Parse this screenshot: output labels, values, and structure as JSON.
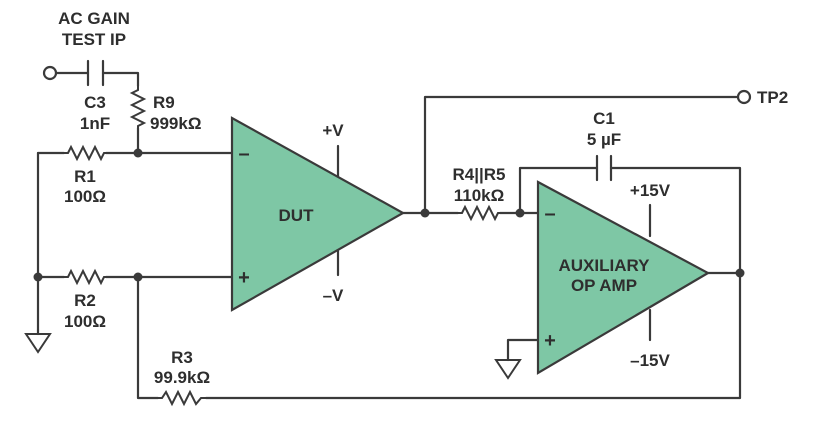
{
  "diagram": {
    "input_label_line1": "AC GAIN",
    "input_label_line2": "TEST IP",
    "c3": {
      "name": "C3",
      "value": "1nF"
    },
    "r9": {
      "name": "R9",
      "value": "999kΩ"
    },
    "r1": {
      "name": "R1",
      "value": "100Ω"
    },
    "r2": {
      "name": "R2",
      "value": "100Ω"
    },
    "r3": {
      "name": "R3",
      "value": "99.9kΩ"
    },
    "r45": {
      "name": "R4||R5",
      "value": "110kΩ"
    },
    "c1": {
      "name": "C1",
      "value": "5 µF"
    },
    "tp2": "TP2",
    "dut": {
      "label": "DUT",
      "supply_pos": "+V",
      "supply_neg": "–V",
      "inv": "–",
      "noninv": "+"
    },
    "aux": {
      "label_line1": "AUXILIARY",
      "label_line2": "OP AMP",
      "supply_pos": "+15V",
      "supply_neg": "–15V",
      "inv": "–",
      "noninv": "+"
    }
  }
}
